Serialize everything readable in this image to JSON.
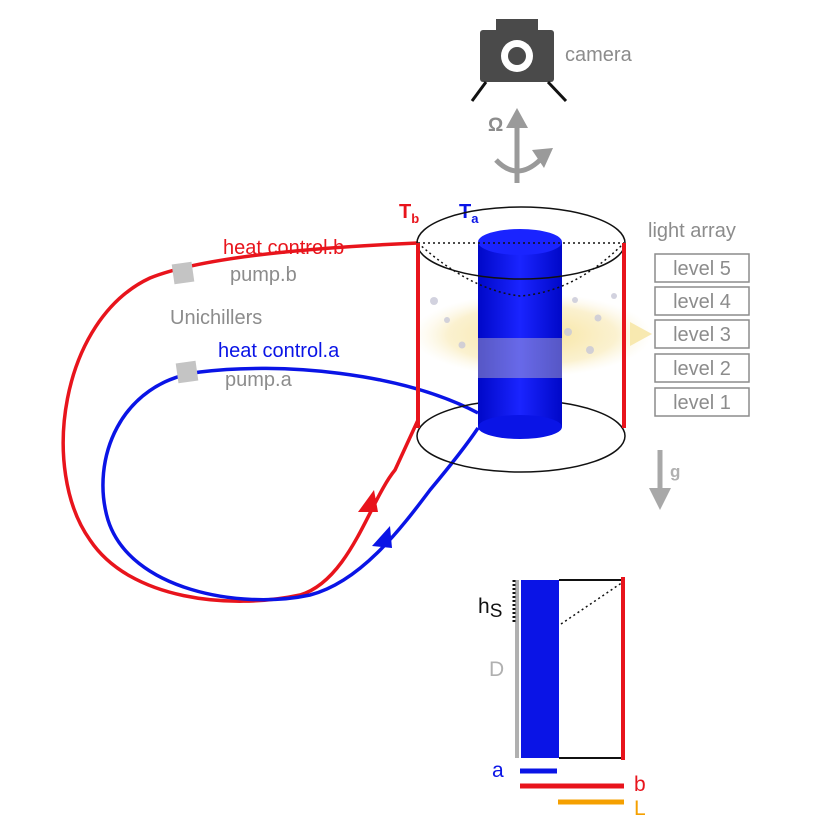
{
  "labels": {
    "camera": "camera",
    "omega": "Ω",
    "tb_main": "T",
    "tb_sub": "b",
    "ta_main": "T",
    "ta_sub": "a",
    "light_array": "light array",
    "heat_control_b": "heat control.b",
    "pump_b": "pump.b",
    "unichillers": "Unichillers",
    "heat_control_a": "heat control.a",
    "pump_a": "pump.a",
    "gravity": "g",
    "hs_main": "h",
    "hs_sub": "S",
    "D": "D",
    "a": "a",
    "b": "b",
    "L": "L"
  },
  "light_levels": [
    "level 5",
    "level 4",
    "level 3",
    "level 2",
    "level 1"
  ],
  "colors": {
    "red": "#e8141c",
    "blue": "#0a14e6",
    "gray": "#8c8c8c",
    "dark_gray": "#4a4a4a",
    "light_gray": "#c4c4c4",
    "orange": "#f5a000",
    "glow": "#f7e7a8"
  },
  "icons": [
    "camera-icon",
    "rotation-arrow-icon",
    "gravity-arrow-icon",
    "pump-icon"
  ]
}
